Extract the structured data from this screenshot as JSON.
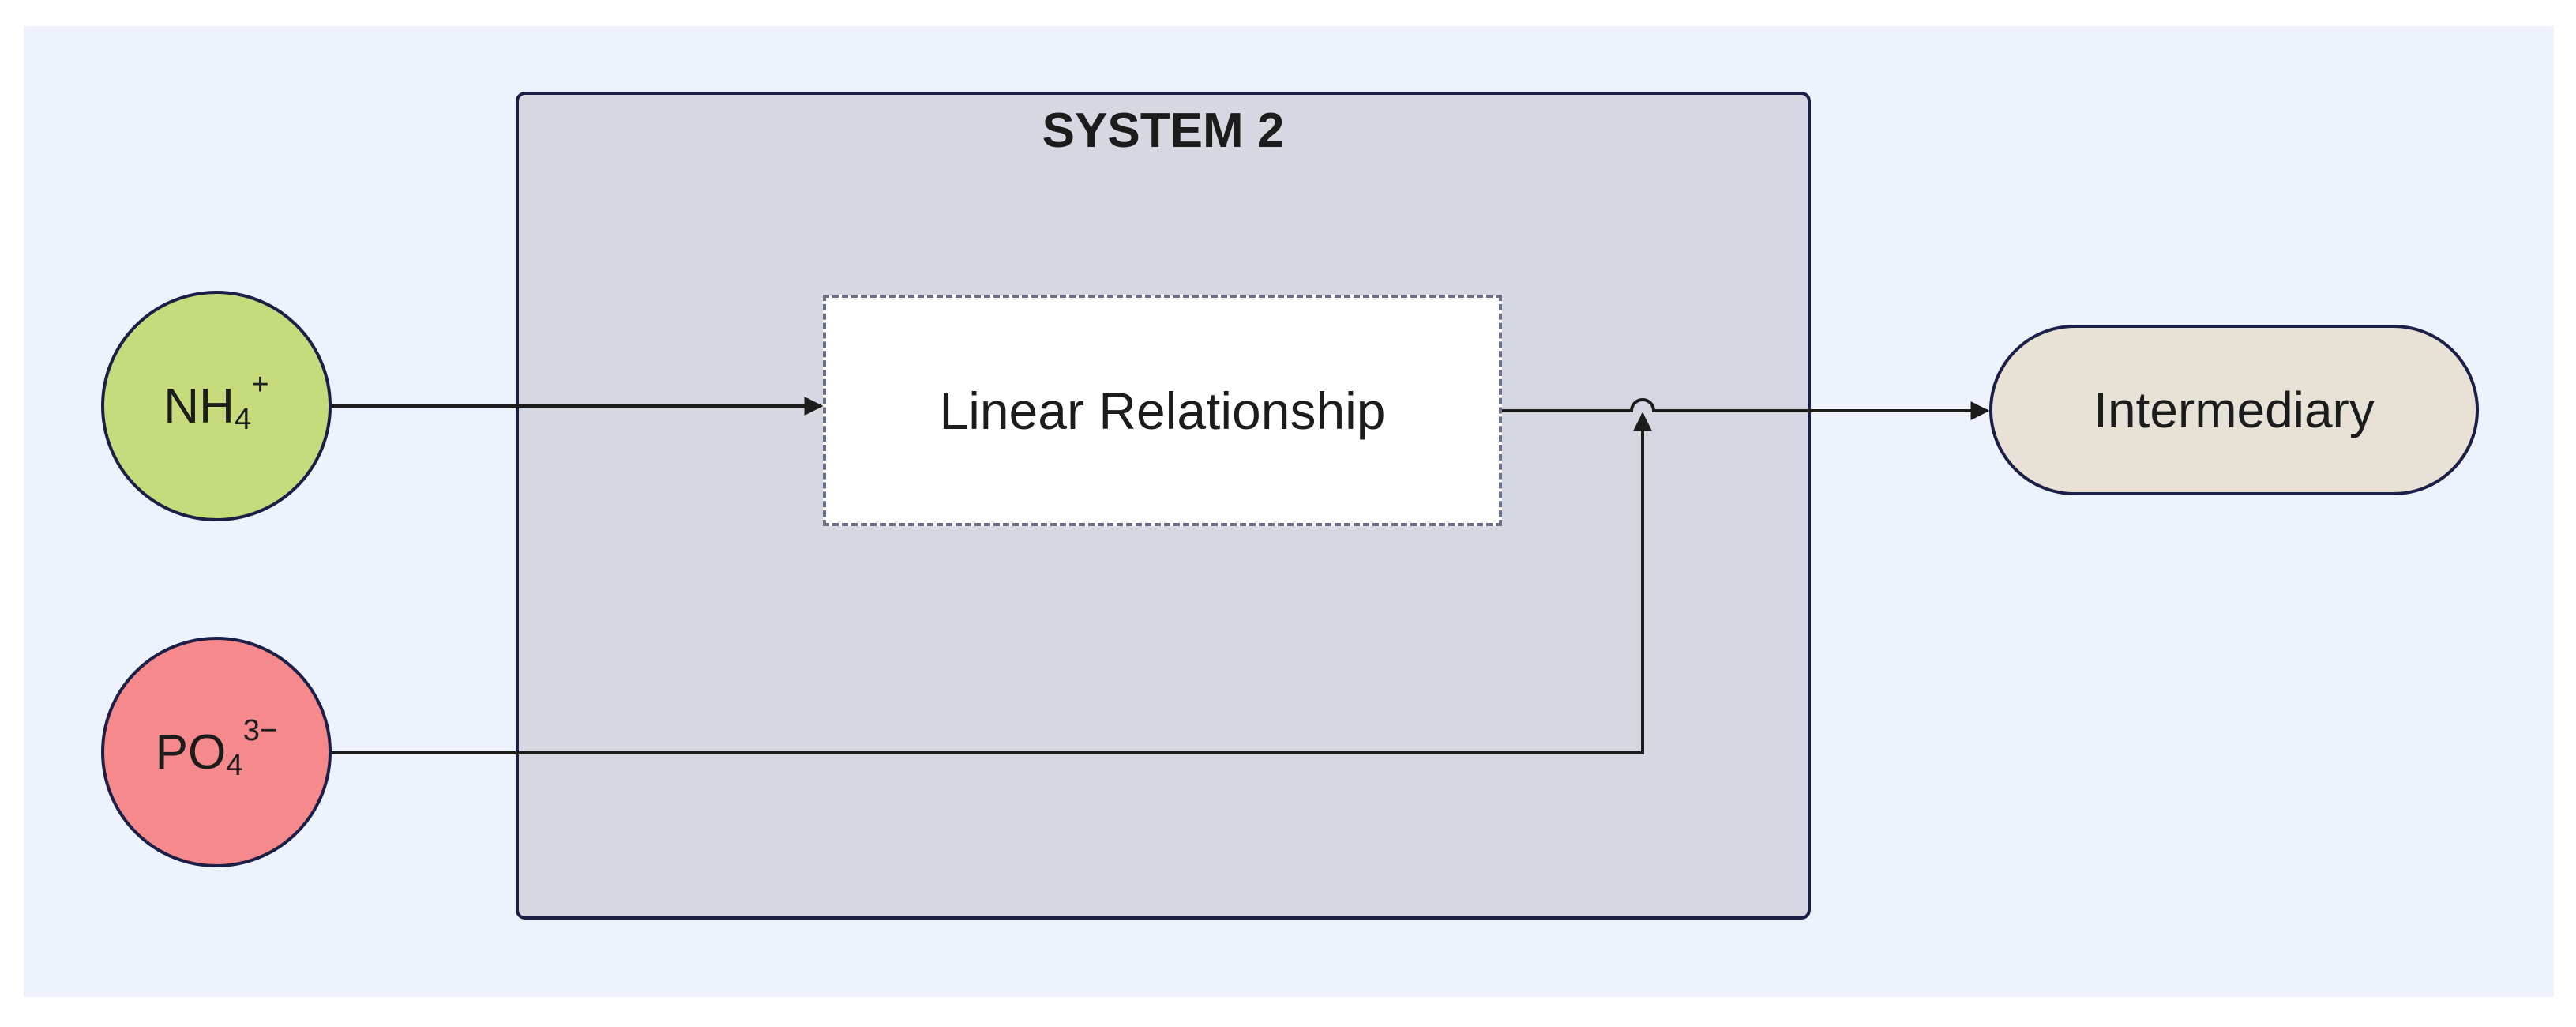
{
  "system": {
    "title": "SYSTEM 2"
  },
  "process": {
    "label": "Linear Relationship"
  },
  "inputs": [
    {
      "base": "NH",
      "subscript": "4",
      "superscript": "+",
      "color": "#c5db7c"
    },
    {
      "base": "PO",
      "subscript": "4",
      "superscript": "3−",
      "color": "#f6898c"
    }
  ],
  "output": {
    "label": "Intermediary",
    "color": "#e8e1d5"
  },
  "edges": [
    {
      "from": "NH4+",
      "to": "Linear Relationship"
    },
    {
      "from": "Linear Relationship",
      "to": "Intermediary"
    },
    {
      "from": "PO4 3-",
      "to": "Intermediary"
    }
  ]
}
